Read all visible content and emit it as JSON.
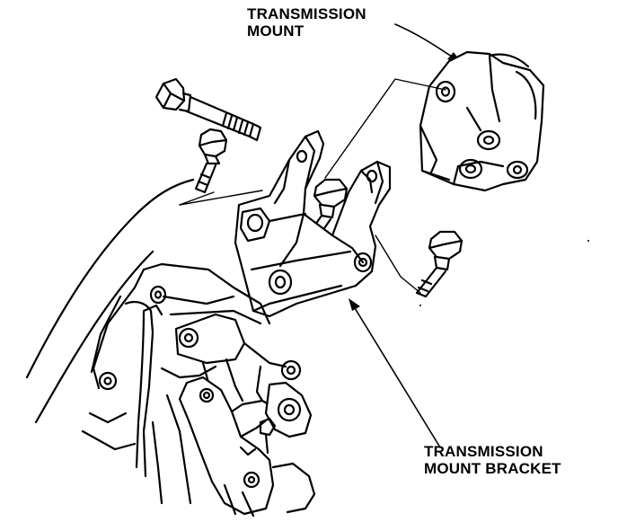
{
  "labels": {
    "transmission_mount": [
      "TRANSMISSION",
      "MOUNT"
    ],
    "transmission_mount_bracket": [
      "TRANSMISSION",
      "MOUNT BRACKET"
    ]
  },
  "colors": {
    "ink": "#000000",
    "paper": "#ffffff"
  }
}
